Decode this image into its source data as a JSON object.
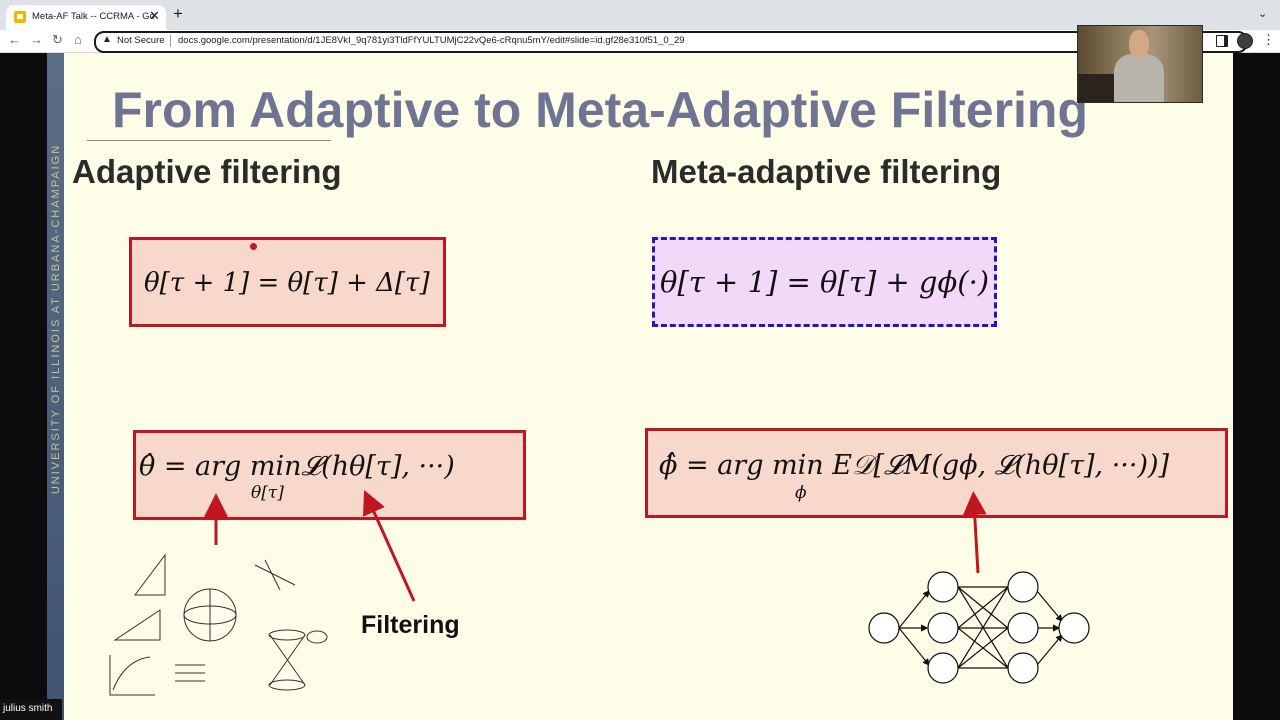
{
  "browser": {
    "tab_title": "Meta-AF Talk -- CCRMA - Go",
    "new_tab_symbol": "+",
    "close_symbol": "✕",
    "security_label": "Not Secure",
    "url": "docs.google.com/presentation/d/1JE8VkI_9q781yi3TldFfYULTUMjC22vQe6-cRqnu5mY/edit#slide=id.gf28e310f51_0_29",
    "icons": [
      "back-icon",
      "forward-icon",
      "reload-icon",
      "home-icon",
      "warning-icon",
      "extensions-icon",
      "side-panel-icon",
      "profile-icon",
      "menu-icon"
    ]
  },
  "slide": {
    "vertical_banner": "UNIVERSITY OF ILLINOIS AT URBANA-CHAMPAIGN",
    "title": "From Adaptive to Meta-Adaptive Filtering",
    "heading_left": "Adaptive filtering",
    "heading_right": "Meta-adaptive filtering",
    "eq_left_update": "θ[τ + 1] = θ[τ] + Δ[τ]",
    "eq_right_update": "θ[τ + 1] = θ[τ] + gϕ(·)",
    "eq_left_objective": "θ̂ = arg min𝓛(hθ[τ], ···)",
    "eq_left_objective_sub": "θ[τ]",
    "eq_right_objective": "ϕ̂ = arg min E𝒟[𝓛M(gϕ, 𝓛(hθ[τ], ···))]",
    "eq_right_objective_sub": "ϕ",
    "filtering_label": "Filtering",
    "colors": {
      "slide_background": "#fdfde8",
      "title": "#6e7592",
      "box_border": "#c0161f",
      "box_fill": "#f8d8ca",
      "dashed_border": "#2a13c0",
      "dashed_fill": "#f3d9f8",
      "arrow": "#c0161f"
    }
  },
  "video": {
    "participant_name": "julius smith"
  }
}
